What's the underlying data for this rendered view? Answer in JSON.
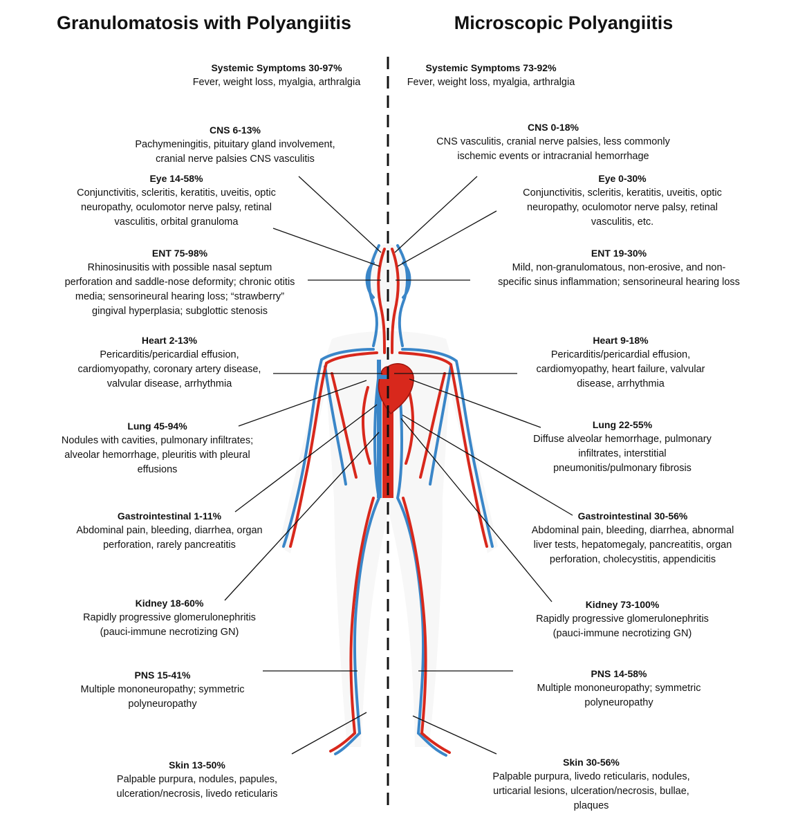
{
  "titles": {
    "left": "Granulomatosis with Polyangiitis",
    "right": "Microscopic Polyangiitis"
  },
  "colors": {
    "artery": "#d8281c",
    "vein": "#3a86c8",
    "text": "#111111"
  },
  "left": [
    {
      "head": "Systemic Symptoms 30-97%",
      "body": "Fever, weight loss, myalgia, arthralgia"
    },
    {
      "head": "CNS 6-13%",
      "body": "Pachymeningitis, pituitary gland involvement,\ncranial nerve palsies CNS vasculitis"
    },
    {
      "head": "Eye 14-58%",
      "body": "Conjunctivitis, scleritis, keratitis, uveitis, optic\nneuropathy, oculomotor nerve palsy, retinal\nvasculitis, orbital granuloma"
    },
    {
      "head": "ENT 75-98%",
      "body": "Rhinosinusitis with possible nasal septum\nperforation and saddle-nose deformity; chronic otitis\nmedia; sensorineural hearing loss; “strawberry”\ngingival hyperplasia; subglottic stenosis"
    },
    {
      "head": "Heart 2-13%",
      "body": "Pericarditis/pericardial effusion,\ncardiomyopathy, coronary artery disease,\nvalvular disease, arrhythmia"
    },
    {
      "head": "Lung 45-94%",
      "body": "Nodules with cavities, pulmonary infiltrates;\nalveolar hemorrhage, pleuritis with pleural\neffusions"
    },
    {
      "head": "Gastrointestinal 1-11%",
      "body": "Abdominal pain, bleeding, diarrhea, organ\nperforation, rarely pancreatitis"
    },
    {
      "head": "Kidney 18-60%",
      "body": "Rapidly progressive glomerulonephritis\n(pauci-immune necrotizing GN)"
    },
    {
      "head": "PNS 15-41%",
      "body": "Multiple mononeuropathy; symmetric\npolyneuropathy"
    },
    {
      "head": "Skin 13-50%",
      "body": "Palpable purpura, nodules, papules,\nulceration/necrosis, livedo reticularis"
    }
  ],
  "right": [
    {
      "head": "Systemic Symptoms 73-92%",
      "body": "Fever, weight loss, myalgia, arthralgia"
    },
    {
      "head": "CNS 0-18%",
      "body": "CNS vasculitis, cranial nerve palsies, less commonly\nischemic events or intracranial hemorrhage"
    },
    {
      "head": "Eye 0-30%",
      "body": "Conjunctivitis, scleritis, keratitis, uveitis, optic\nneuropathy, oculomotor nerve palsy, retinal\nvasculitis, etc."
    },
    {
      "head": "ENT 19-30%",
      "body": "Mild, non-granulomatous, non-erosive, and non-\nspecific sinus inflammation; sensorineural hearing loss"
    },
    {
      "head": "Heart 9-18%",
      "body": "Pericarditis/pericardial effusion,\ncardiomyopathy, heart failure, valvular\ndisease, arrhythmia"
    },
    {
      "head": "Lung 22-55%",
      "body": "Diffuse alveolar hemorrhage, pulmonary\ninfiltrates, interstitial\npneumonitis/pulmonary fibrosis"
    },
    {
      "head": "Gastrointestinal 30-56%",
      "body": "Abdominal pain, bleeding, diarrhea, abnormal\nliver tests, hepatomegaly, pancreatitis, organ\nperforation, cholecystitis, appendicitis"
    },
    {
      "head": "Kidney 73-100%",
      "body": "Rapidly progressive glomerulonephritis\n(pauci-immune necrotizing GN)"
    },
    {
      "head": "PNS 14-58%",
      "body": "Multiple mononeuropathy; symmetric\npolyneuropathy"
    },
    {
      "head": "Skin 30-56%",
      "body": "Palpable purpura, livedo reticularis, nodules,\nurticarial lesions, ulceration/necrosis, bullae,\nplaques"
    }
  ]
}
